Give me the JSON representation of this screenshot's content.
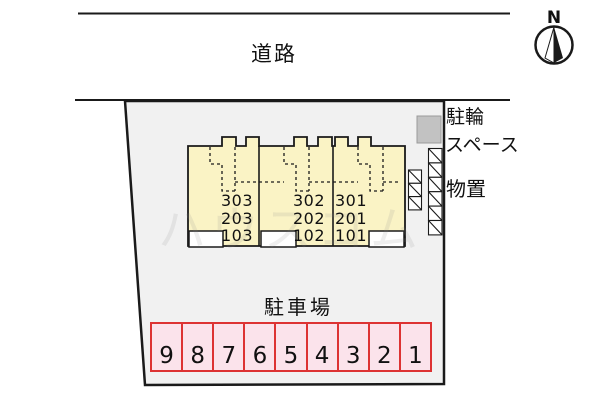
{
  "road": {
    "label": "道路"
  },
  "compass": {
    "label": "N"
  },
  "building": {
    "units": [
      {
        "rooms": [
          "303",
          "203",
          "103"
        ]
      },
      {
        "rooms": [
          "302",
          "202",
          "102"
        ]
      },
      {
        "rooms": [
          "301",
          "201",
          "101"
        ]
      }
    ]
  },
  "annotations": {
    "bicycle_line1": "駐輪",
    "bicycle_line2": "スペース",
    "storage": "物置"
  },
  "parking": {
    "label": "駐車場",
    "spaces": [
      "9",
      "8",
      "7",
      "6",
      "5",
      "4",
      "3",
      "2",
      "1"
    ]
  },
  "watermark": "ハウスコム",
  "colors": {
    "building_fill": "#FAF3C5",
    "site_fill": "#F1F1F1",
    "parking_fill": "#FBE3EB",
    "parking_border": "#DD3333",
    "bicycle_area_fill": "#C2C2C2",
    "line": "#1A1A1A"
  }
}
